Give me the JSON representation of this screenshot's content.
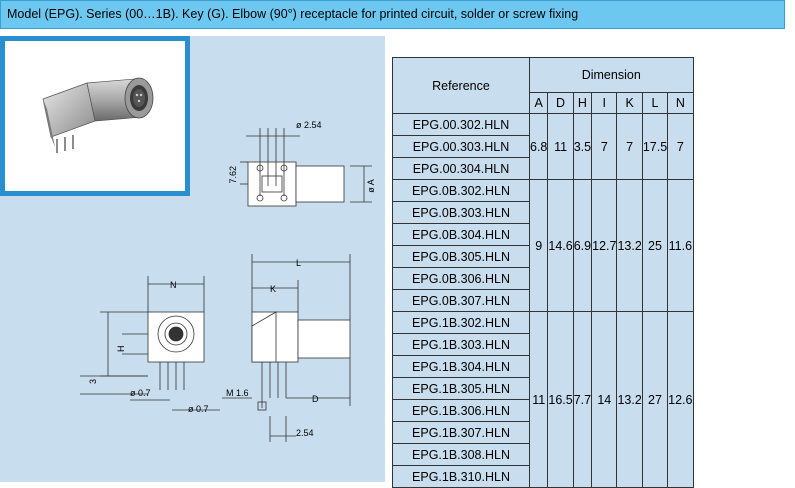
{
  "title": "Model (EPG). Series (00…1B). Key (G). Elbow (90°) receptacle for printed circuit, solder or screw fixing",
  "drawing_labels": {
    "phi_254": "ø 2.54",
    "dim_762": "7.62",
    "phi_a": "ø A",
    "n": "N",
    "h": "H",
    "three": "3",
    "phi_07_a": "ø 0.7",
    "phi_07_b": "ø 0.7",
    "l": "L",
    "k": "K",
    "m16": "M 1.6",
    "d": "D",
    "pitch_254": "2.54"
  },
  "table": {
    "reference_header": "Reference",
    "dimension_header": "Dimension",
    "columns": [
      "A",
      "D",
      "H",
      "I",
      "K",
      "L",
      "N"
    ],
    "groups": [
      {
        "refs": [
          "EPG.00.302.HLN",
          "EPG.00.303.HLN",
          "EPG.00.304.HLN"
        ],
        "values": [
          "6.8",
          "11",
          "3.5",
          "7",
          "7",
          "17.5",
          "7"
        ]
      },
      {
        "refs": [
          "EPG.0B.302.HLN",
          "EPG.0B.303.HLN",
          "EPG.0B.304.HLN",
          "EPG.0B.305.HLN",
          "EPG.0B.306.HLN",
          "EPG.0B.307.HLN"
        ],
        "values": [
          "9",
          "14.6",
          "6.9",
          "12.7",
          "13.2",
          "25",
          "11.6"
        ]
      },
      {
        "refs": [
          "EPG.1B.302.HLN",
          "EPG.1B.303.HLN",
          "EPG.1B.304.HLN",
          "EPG.1B.305.HLN",
          "EPG.1B.306.HLN",
          "EPG.1B.307.HLN",
          "EPG.1B.308.HLN",
          "EPG.1B.310.HLN"
        ],
        "values": [
          "11",
          "16.5",
          "7.7",
          "14",
          "13.2",
          "27",
          "12.6"
        ]
      }
    ]
  }
}
